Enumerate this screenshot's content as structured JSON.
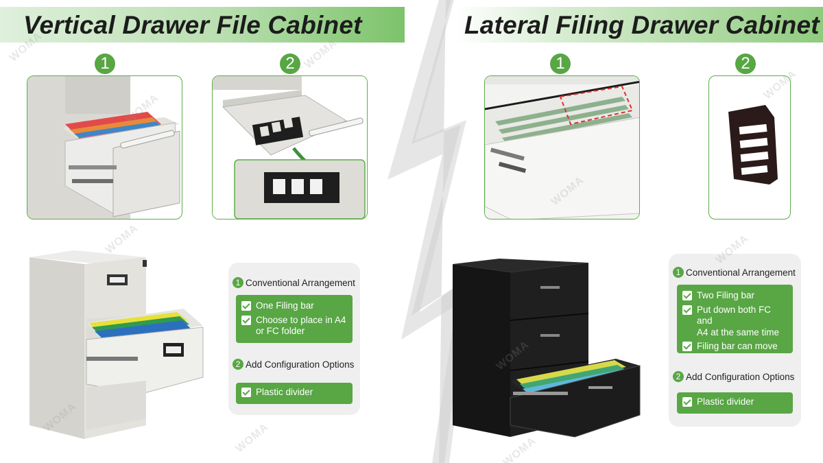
{
  "left": {
    "title": "Vertical Drawer File Cabinet",
    "step1": "1",
    "step2": "2",
    "card": {
      "section1_num": "1",
      "section1_title": "Conventional Arrangement",
      "items": [
        "One Filing bar",
        "Choose to place in A4\nor FC folder"
      ],
      "section2_num": "2",
      "section2_title": "Add Configuration Options",
      "options": [
        "Plastic divider"
      ]
    }
  },
  "right": {
    "title": "Lateral Filing Drawer Cabinet",
    "step1": "1",
    "step2": "2",
    "card": {
      "section1_num": "1",
      "section1_title": "Conventional Arrangement",
      "items": [
        "Two Filing bar",
        "Put down both FC and\nA4 at the same time",
        "Filing bar can move"
      ],
      "section2_num": "2",
      "section2_title": "Add Configuration Options",
      "options": [
        "Plastic divider"
      ]
    }
  },
  "watermark": "WOMA",
  "colors": {
    "accent": "#58a644",
    "panel_bg": "#efefef"
  },
  "icons": [
    "check-icon",
    "arrow-down-icon"
  ]
}
